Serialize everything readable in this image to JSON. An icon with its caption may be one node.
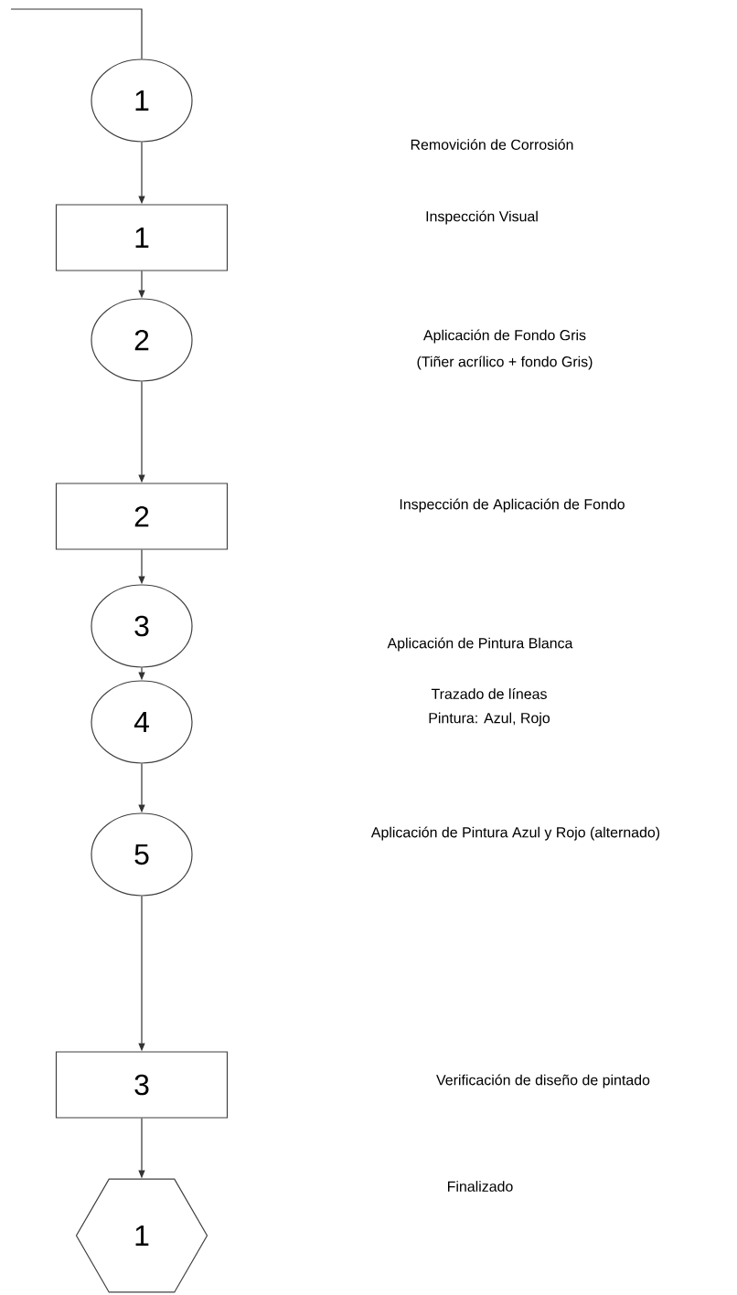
{
  "diagram": {
    "nodes": [
      {
        "text": [
          "1"
        ]
      },
      {
        "text": [
          "1"
        ]
      },
      {
        "text": [
          "2"
        ]
      },
      {
        "text": [
          "2"
        ]
      },
      {
        "text": [
          "3"
        ]
      },
      {
        "text": [
          "4"
        ]
      },
      {
        "text": [
          "5"
        ]
      },
      {
        "text": [
          "3"
        ]
      },
      {
        "text": [
          "1"
        ]
      }
    ],
    "edges": [
      {
        "from": null,
        "to": 0,
        "arrow": "none"
      },
      {
        "from": 0,
        "to": 1,
        "arrow": "to"
      },
      {
        "from": 1,
        "to": 2,
        "arrow": "to"
      },
      {
        "from": 2,
        "to": 3,
        "arrow": "to"
      },
      {
        "from": 3,
        "to": 4,
        "arrow": "to"
      },
      {
        "from": 4,
        "to": 5,
        "arrow": "to"
      },
      {
        "from": 5,
        "to": 6,
        "arrow": "to"
      },
      {
        "from": 6,
        "to": 7,
        "arrow": "to"
      },
      {
        "from": 7,
        "to": 8,
        "arrow": "to"
      }
    ],
    "labels": [
      "Removición de Corrosión",
      "Inspección Visual",
      "Aplicación de Fondo Gris",
      "(Tiñer acrílico + fondo Gris)",
      "Inspección de Aplicación de Fondo",
      "Aplicación de Pintura Blanca",
      "Trazado de líneas",
      "Pintura: Azul, Rojo",
      "Aplicación de Pintura Azul y Rojo (alternado)",
      "Verificación de diseño de pintado",
      "Finalizado"
    ]
  }
}
